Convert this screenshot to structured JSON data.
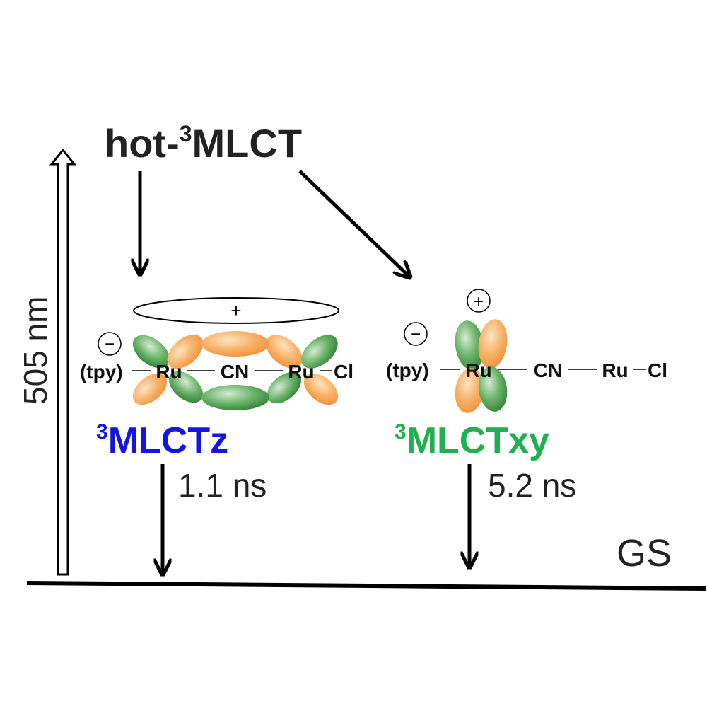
{
  "hot_state": {
    "prefix": "hot-",
    "superscript": "3",
    "main": "MLCT"
  },
  "excitation": {
    "label": "505 nm"
  },
  "ground_state": {
    "label": "GS"
  },
  "state_z": {
    "superscript": "3",
    "main": "MLCTz",
    "color": "#1414e6",
    "lifetime": "1.1 ns",
    "molecule": {
      "tpy": "(tpy)",
      "ru1": "Ru",
      "bridge": "CN",
      "ru2": "Ru",
      "cl": "Cl"
    },
    "charge_plus": "+",
    "charge_minus": "−"
  },
  "state_xy": {
    "superscript": "3",
    "main": "MLCTxy",
    "color": "#1fb050",
    "lifetime": "5.2 ns",
    "molecule": {
      "tpy": "(tpy)",
      "ru1": "Ru",
      "bridge": "CN",
      "ru2": "Ru",
      "cl": "Cl"
    },
    "charge_plus": "+",
    "charge_minus": "−"
  },
  "colors": {
    "orbital_orange": "#f5a64f",
    "orbital_green": "#3d9a3d",
    "arrow": "#000000"
  }
}
